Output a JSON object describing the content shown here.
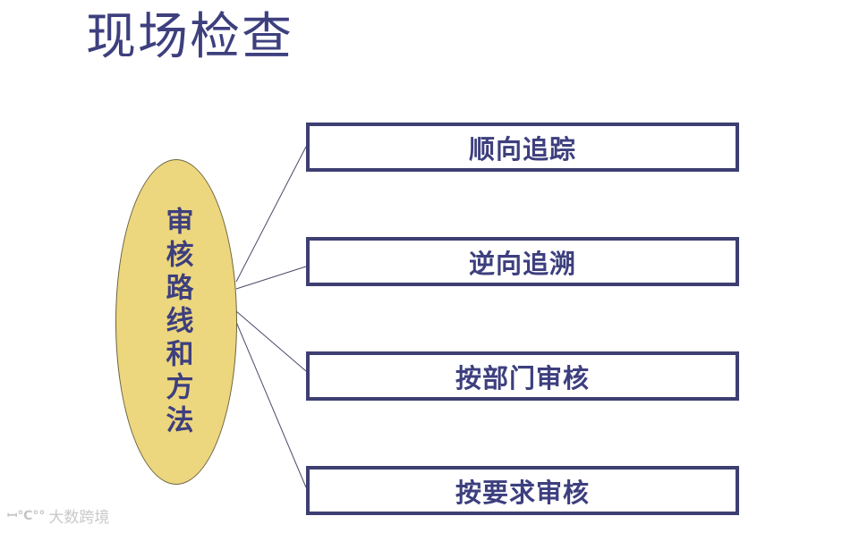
{
  "slide": {
    "title": "现场检查"
  },
  "diagram": {
    "center_node": {
      "label": "审核路线和方法",
      "fill_color": "#ecd67e",
      "text_color": "#3d3f7e"
    },
    "branches": [
      {
        "label": "顺向追踪"
      },
      {
        "label": "逆向追溯"
      },
      {
        "label": "按部门审核"
      },
      {
        "label": "按要求审核"
      }
    ],
    "box_border_color": "#3d3f72",
    "connector_color": "#4a4a6a"
  },
  "watermark": {
    "logo": "ꟷ℃°°",
    "text": "大数跨境"
  }
}
